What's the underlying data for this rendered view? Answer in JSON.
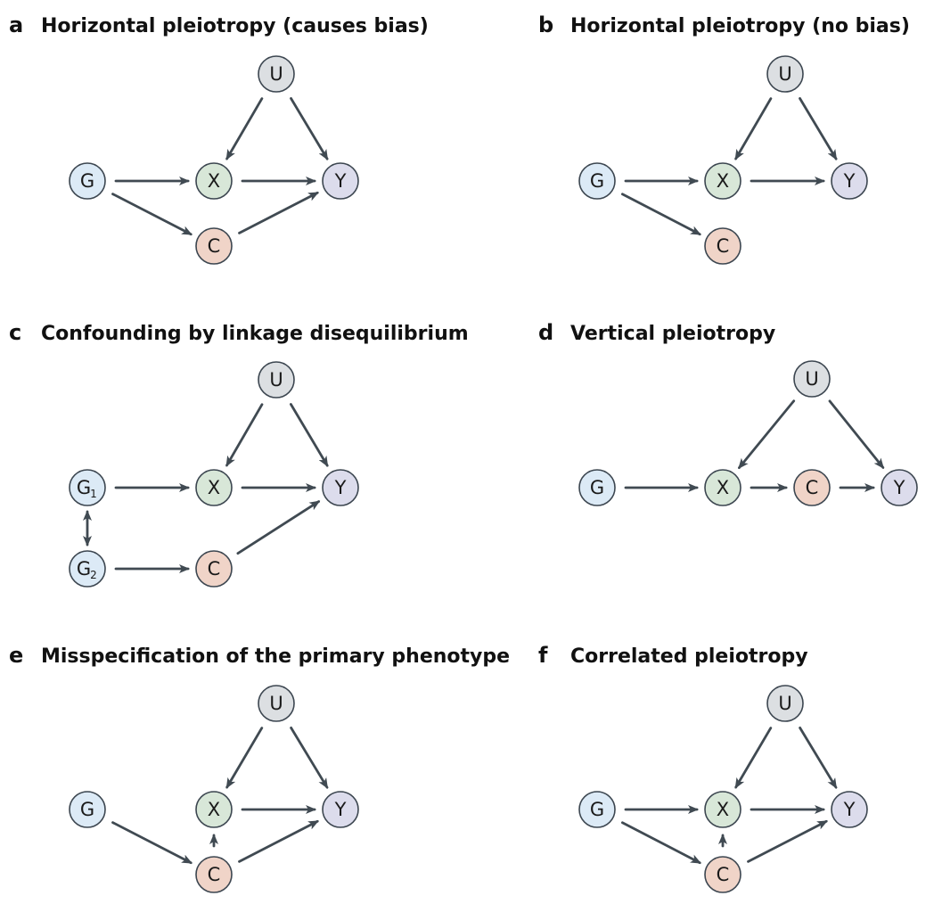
{
  "style": {
    "edge_color": "#404a52",
    "node_stroke": "#3c4650",
    "node_fills": {
      "G": "#dceaf6",
      "X": "#d8e7d8",
      "Y": "#dcdcec",
      "U": "#dcdfe2",
      "C": "#f0d4c8"
    }
  },
  "panels": [
    {
      "id": "a",
      "letter": "a",
      "title": "Horizontal pleiotropy (causes bias)",
      "nodes": [
        {
          "id": "U",
          "label": "U",
          "kind": "U"
        },
        {
          "id": "G",
          "label": "G",
          "kind": "G"
        },
        {
          "id": "X",
          "label": "X",
          "kind": "X"
        },
        {
          "id": "Y",
          "label": "Y",
          "kind": "Y"
        },
        {
          "id": "C",
          "label": "C",
          "kind": "C"
        }
      ],
      "edges": [
        {
          "from": "U",
          "to": "X",
          "type": "directed"
        },
        {
          "from": "U",
          "to": "Y",
          "type": "directed"
        },
        {
          "from": "G",
          "to": "X",
          "type": "directed"
        },
        {
          "from": "X",
          "to": "Y",
          "type": "directed"
        },
        {
          "from": "G",
          "to": "C",
          "type": "directed"
        },
        {
          "from": "C",
          "to": "Y",
          "type": "directed"
        }
      ]
    },
    {
      "id": "b",
      "letter": "b",
      "title": "Horizontal pleiotropy (no bias)",
      "nodes": [
        {
          "id": "U",
          "label": "U",
          "kind": "U"
        },
        {
          "id": "G",
          "label": "G",
          "kind": "G"
        },
        {
          "id": "X",
          "label": "X",
          "kind": "X"
        },
        {
          "id": "Y",
          "label": "Y",
          "kind": "Y"
        },
        {
          "id": "C",
          "label": "C",
          "kind": "C"
        }
      ],
      "edges": [
        {
          "from": "U",
          "to": "X",
          "type": "directed"
        },
        {
          "from": "U",
          "to": "Y",
          "type": "directed"
        },
        {
          "from": "G",
          "to": "X",
          "type": "directed"
        },
        {
          "from": "X",
          "to": "Y",
          "type": "directed"
        },
        {
          "from": "G",
          "to": "C",
          "type": "directed"
        }
      ]
    },
    {
      "id": "c",
      "letter": "c",
      "title": "Confounding by linkage disequilibrium",
      "nodes": [
        {
          "id": "U",
          "label": "U",
          "kind": "U"
        },
        {
          "id": "G1",
          "label": "G",
          "sub": "1",
          "kind": "G"
        },
        {
          "id": "G2",
          "label": "G",
          "sub": "2",
          "kind": "G"
        },
        {
          "id": "X",
          "label": "X",
          "kind": "X"
        },
        {
          "id": "Y",
          "label": "Y",
          "kind": "Y"
        },
        {
          "id": "C",
          "label": "C",
          "kind": "C"
        }
      ],
      "edges": [
        {
          "from": "U",
          "to": "X",
          "type": "directed"
        },
        {
          "from": "U",
          "to": "Y",
          "type": "directed"
        },
        {
          "from": "G1",
          "to": "X",
          "type": "directed"
        },
        {
          "from": "X",
          "to": "Y",
          "type": "directed"
        },
        {
          "from": "G1",
          "to": "G2",
          "type": "bidirected"
        },
        {
          "from": "G2",
          "to": "C",
          "type": "directed"
        },
        {
          "from": "C",
          "to": "Y",
          "type": "directed"
        }
      ]
    },
    {
      "id": "d",
      "letter": "d",
      "title": "Vertical pleiotropy",
      "nodes": [
        {
          "id": "U",
          "label": "U",
          "kind": "U"
        },
        {
          "id": "G",
          "label": "G",
          "kind": "G"
        },
        {
          "id": "X",
          "label": "X",
          "kind": "X"
        },
        {
          "id": "C",
          "label": "C",
          "kind": "C"
        },
        {
          "id": "Y",
          "label": "Y",
          "kind": "Y"
        }
      ],
      "edges": [
        {
          "from": "U",
          "to": "X",
          "type": "directed"
        },
        {
          "from": "U",
          "to": "Y",
          "type": "directed"
        },
        {
          "from": "G",
          "to": "X",
          "type": "directed"
        },
        {
          "from": "X",
          "to": "C",
          "type": "directed"
        },
        {
          "from": "C",
          "to": "Y",
          "type": "directed"
        }
      ]
    },
    {
      "id": "e",
      "letter": "e",
      "title": "Misspecification of the primary phenotype",
      "nodes": [
        {
          "id": "U",
          "label": "U",
          "kind": "U"
        },
        {
          "id": "G",
          "label": "G",
          "kind": "G"
        },
        {
          "id": "X",
          "label": "X",
          "kind": "X"
        },
        {
          "id": "Y",
          "label": "Y",
          "kind": "Y"
        },
        {
          "id": "C",
          "label": "C",
          "kind": "C"
        }
      ],
      "edges": [
        {
          "from": "U",
          "to": "X",
          "type": "directed"
        },
        {
          "from": "U",
          "to": "Y",
          "type": "directed"
        },
        {
          "from": "X",
          "to": "Y",
          "type": "directed"
        },
        {
          "from": "G",
          "to": "C",
          "type": "directed"
        },
        {
          "from": "C",
          "to": "X",
          "type": "directed"
        },
        {
          "from": "C",
          "to": "Y",
          "type": "directed"
        }
      ]
    },
    {
      "id": "f",
      "letter": "f",
      "title": "Correlated pleiotropy",
      "nodes": [
        {
          "id": "U",
          "label": "U",
          "kind": "U"
        },
        {
          "id": "G",
          "label": "G",
          "kind": "G"
        },
        {
          "id": "X",
          "label": "X",
          "kind": "X"
        },
        {
          "id": "Y",
          "label": "Y",
          "kind": "Y"
        },
        {
          "id": "C",
          "label": "C",
          "kind": "C"
        }
      ],
      "edges": [
        {
          "from": "U",
          "to": "X",
          "type": "directed"
        },
        {
          "from": "U",
          "to": "Y",
          "type": "directed"
        },
        {
          "from": "G",
          "to": "X",
          "type": "directed"
        },
        {
          "from": "X",
          "to": "Y",
          "type": "directed"
        },
        {
          "from": "G",
          "to": "C",
          "type": "directed"
        },
        {
          "from": "C",
          "to": "X",
          "type": "directed"
        },
        {
          "from": "C",
          "to": "Y",
          "type": "directed"
        }
      ]
    }
  ]
}
